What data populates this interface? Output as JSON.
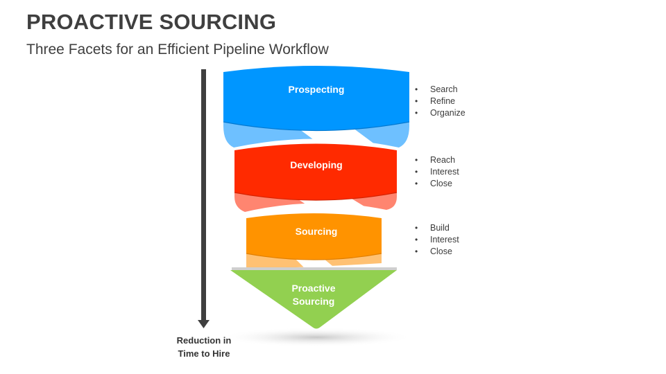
{
  "header": {
    "title": "PROACTIVE SOURCING",
    "subtitle": "Three Facets for an Efficient Pipeline Workflow"
  },
  "axis": {
    "label_line1": "Reduction in",
    "label_line2": "Time to Hire"
  },
  "tiers": [
    {
      "label": "Prospecting",
      "color": "#0096FF",
      "light_color": "#6EC0FF",
      "items": [
        "Search",
        "Refine",
        "Organize"
      ]
    },
    {
      "label": "Developing",
      "color": "#FF2A00",
      "light_color": "#FF8570",
      "items": [
        "Reach",
        "Interest",
        "Close"
      ]
    },
    {
      "label": "Sourcing",
      "color": "#FF9300",
      "light_color": "#FFC173",
      "items": [
        "Build",
        "Interest",
        "Close"
      ]
    }
  ],
  "outcome": {
    "label_line1": "Proactive",
    "label_line2": "Sourcing",
    "color": "#92D050"
  }
}
